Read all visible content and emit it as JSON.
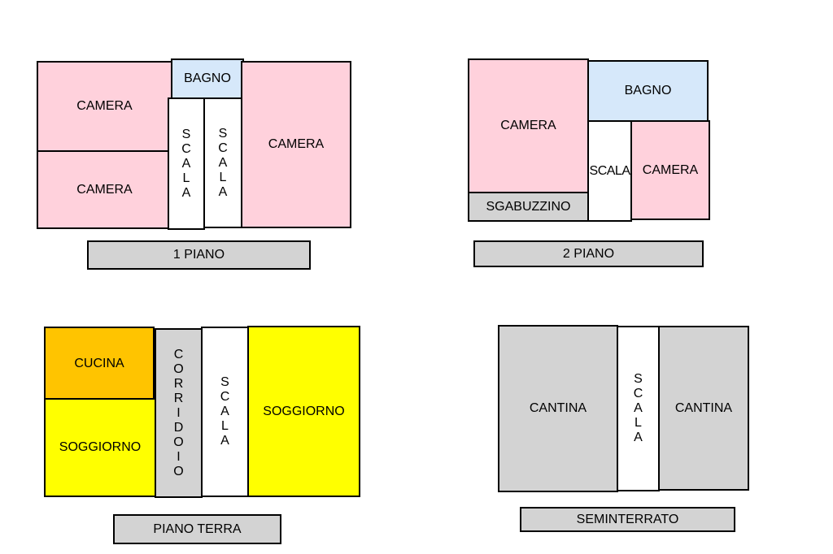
{
  "colors": {
    "camera": "#ffd1dc",
    "bagno": "#d6e8fa",
    "scala": "#ffffff",
    "sgabuzzino": "#d3d3d3",
    "cucina": "#ffc400",
    "soggiorno": "#ffff00",
    "corridoio": "#d3d3d3",
    "cantina": "#d3d3d3"
  },
  "floors": {
    "primo_piano": {
      "label": "1 PIANO",
      "rooms": {
        "camera_top_left": "CAMERA",
        "camera_bottom_left": "CAMERA",
        "bagno": "BAGNO",
        "scala_left": "SCALA",
        "scala_right": "SCALA",
        "camera_right": "CAMERA"
      }
    },
    "secondo_piano": {
      "label": "2 PIANO",
      "rooms": {
        "camera_left": "CAMERA",
        "sgabuzzino": "SGABUZZINO",
        "bagno": "BAGNO",
        "scala": "SCALA",
        "camera_right": "CAMERA"
      }
    },
    "piano_terra": {
      "label": "PIANO TERRA",
      "rooms": {
        "cucina": "CUCINA",
        "soggiorno_left": "SOGGIORNO",
        "corridoio": "CORRIDOIO",
        "scala": "SCALA",
        "soggiorno_right": "SOGGIORNO"
      }
    },
    "seminterrato": {
      "label": "SEMINTERRATO",
      "rooms": {
        "cantina_left": "CANTINA",
        "scala": "SCALA",
        "cantina_right": "CANTINA"
      }
    }
  }
}
